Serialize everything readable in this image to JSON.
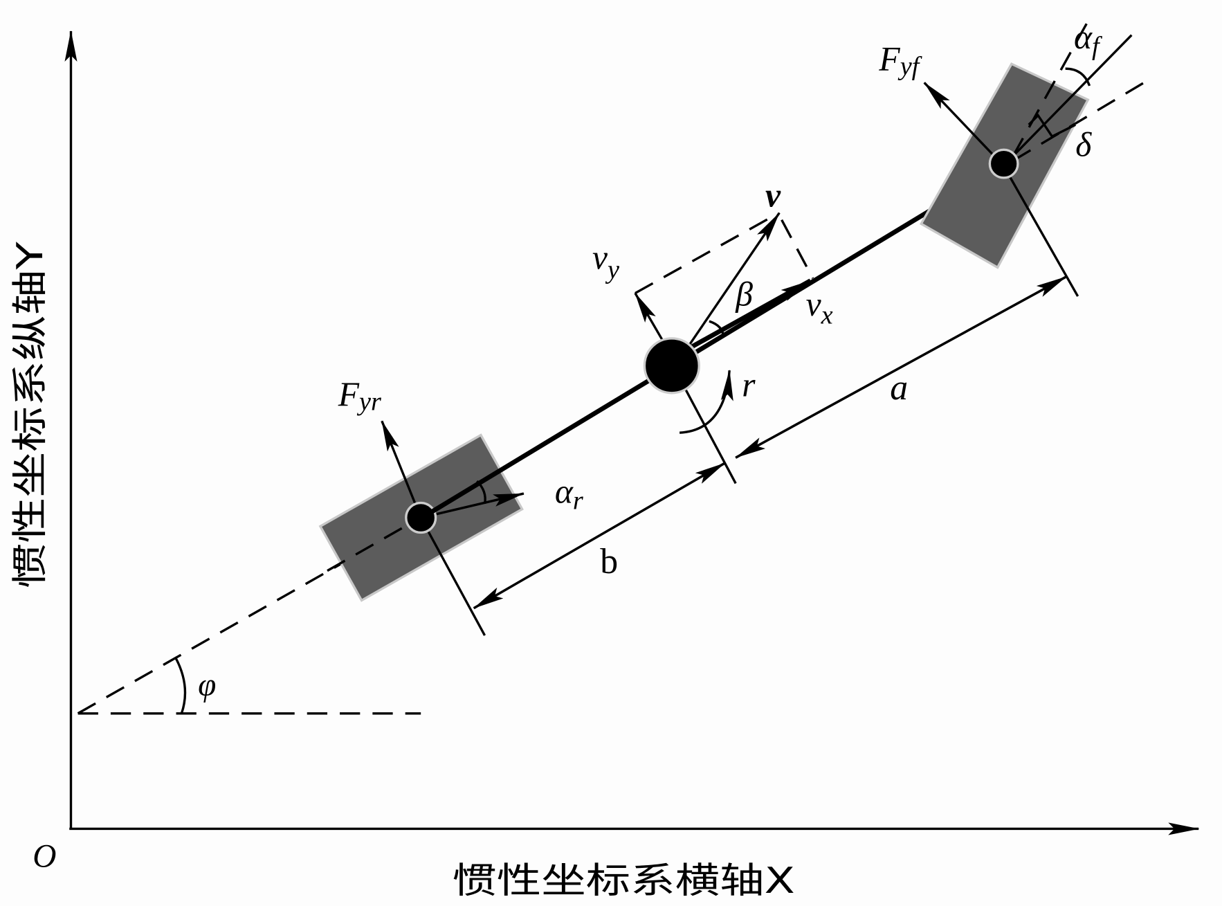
{
  "figure": {
    "type": "vehicle bicycle model diagram",
    "colors": {
      "background": "#fdfdfd",
      "line": "#000000",
      "tire_fill": "#5c5c5c",
      "tire_edge": "#c8c8c8"
    }
  },
  "axes": {
    "origin_label": "O",
    "x_axis_label": "惯性坐标系横轴X",
    "y_axis_label": "惯性坐标系纵轴Y"
  },
  "labels": {
    "heading_angle": "φ",
    "rear_lateral_force": "Fyr",
    "rear_lateral_force_main": "F",
    "rear_lateral_force_sub": "yr",
    "front_lateral_force_main": "F",
    "front_lateral_force_sub": "yf",
    "rear_slip_angle_main": "α",
    "rear_slip_angle_sub": "r",
    "front_slip_angle_main": "α",
    "front_slip_angle_sub": "f",
    "steer_angle": "δ",
    "velocity": "v",
    "lateral_velocity_main": "v",
    "lateral_velocity_sub": "y",
    "longitudinal_velocity_main": "v",
    "longitudinal_velocity_sub": "x",
    "sideslip_angle": "β",
    "yaw_rate": "r",
    "cg_to_front_axle": "a",
    "cg_to_rear_axle": "b"
  }
}
